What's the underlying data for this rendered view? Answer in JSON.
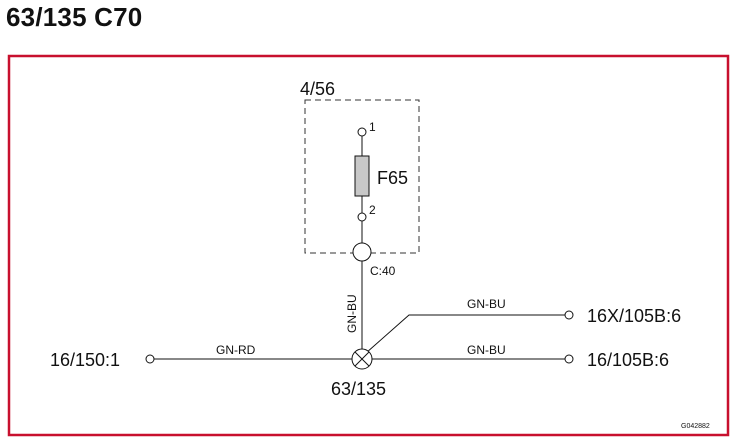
{
  "title": "63/135 C70",
  "colors": {
    "frame": "#c8102e",
    "line": "#111111",
    "fuse_fill": "#c8c8c8"
  },
  "module": {
    "label": "4/56"
  },
  "fuse": {
    "name": "F65",
    "pin_top": "1",
    "pin_bottom": "2"
  },
  "connector": {
    "label": "C:40"
  },
  "splice": {
    "label": "63/135"
  },
  "wires": {
    "vertical": "GN-BU",
    "left": "GN-RD",
    "upper_right": "GN-BU",
    "lower_right": "GN-BU"
  },
  "terminals": {
    "left": "16/150:1",
    "upper_right": "16X/105B:6",
    "lower_right": "16/105B:6"
  },
  "image_code": "G042882"
}
